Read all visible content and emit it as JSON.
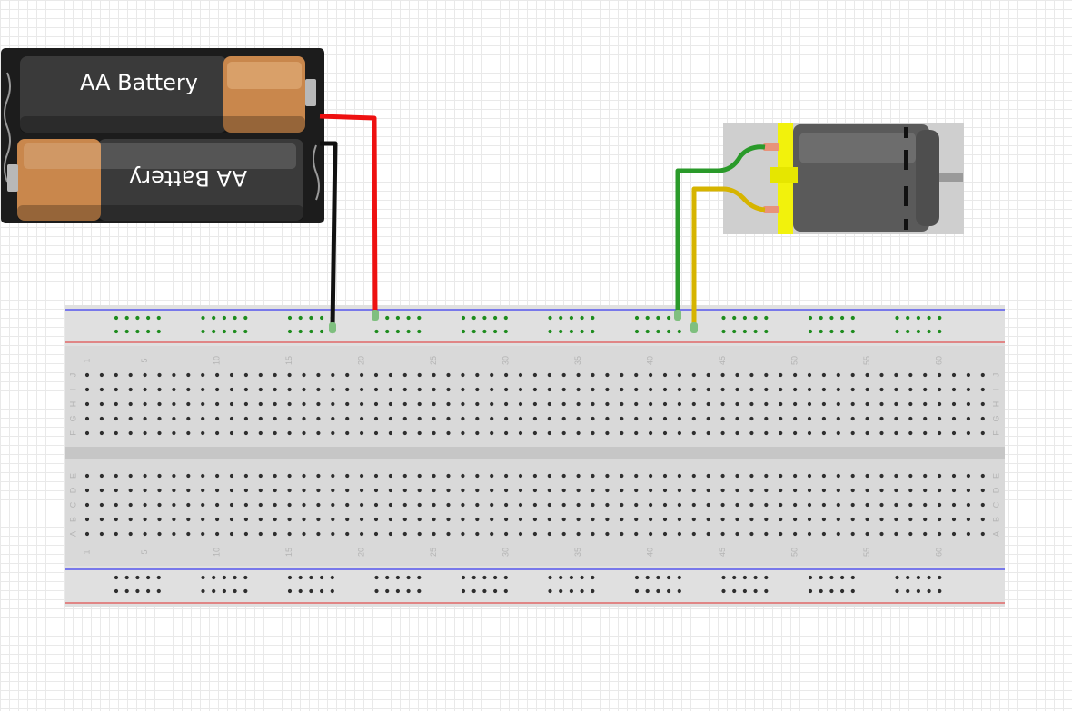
{
  "battery_pack": {
    "top_cell_label": "AA Battery",
    "bottom_cell_label": "AA Battery"
  },
  "breadboard": {
    "column_count": 63,
    "column_labels": [
      "1",
      "5",
      "10",
      "15",
      "20",
      "25",
      "30",
      "35",
      "40",
      "45",
      "50",
      "55",
      "60"
    ],
    "upper_row_labels": [
      "J",
      "I",
      "H",
      "G",
      "F"
    ],
    "lower_row_labels": [
      "E",
      "D",
      "C",
      "B",
      "A"
    ],
    "powered_rail": "top",
    "colors": {
      "board": "#d9d9d9",
      "positive_rail_line": "#e05050",
      "negative_rail_line": "#3a3af0",
      "hole": "#2e2e2e",
      "powered_hole": "#1e8c1e"
    }
  },
  "motor": {
    "body_color": "#5a5a5a",
    "flange_color": "#f2f20c"
  },
  "wires": [
    {
      "name": "battery-positive",
      "color": "#ee1111"
    },
    {
      "name": "battery-negative",
      "color": "#111111"
    },
    {
      "name": "motor-lead-green",
      "color": "#2a9a2a"
    },
    {
      "name": "motor-lead-yellow",
      "color": "#d6b400"
    }
  ]
}
